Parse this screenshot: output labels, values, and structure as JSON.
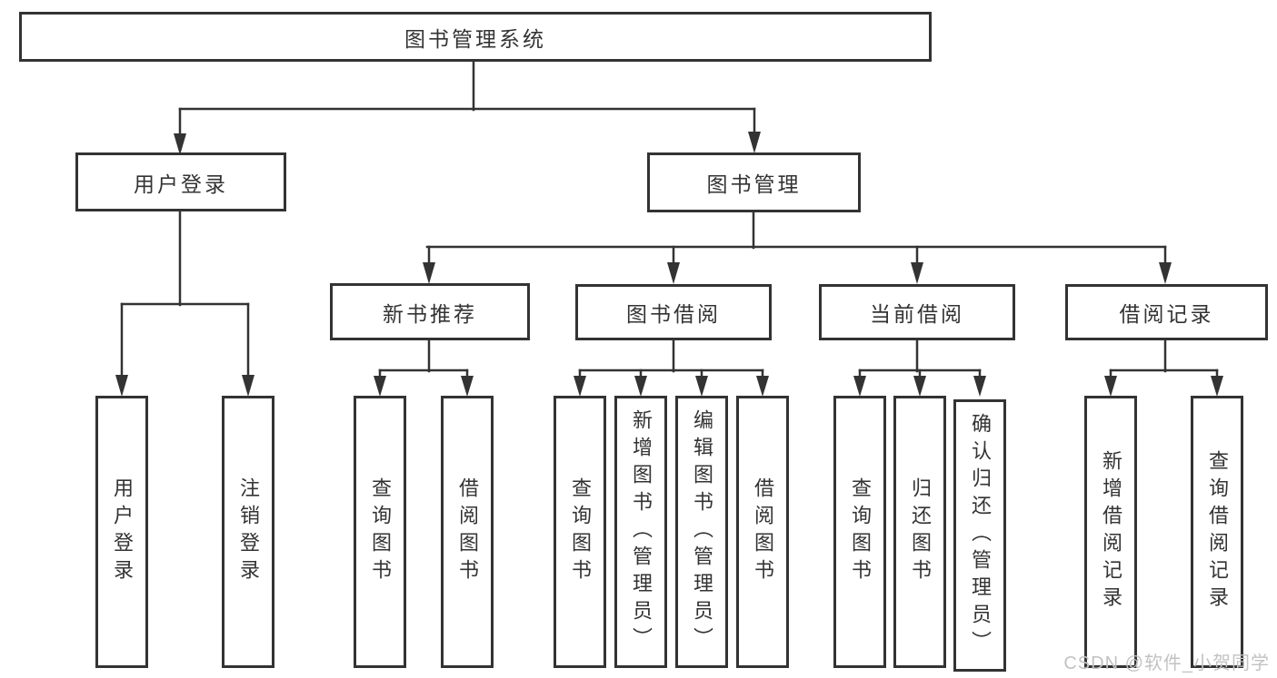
{
  "diagram_title": "图书管理系统",
  "nodes": {
    "root": {
      "label": "图书管理系统"
    },
    "user_login": {
      "label": "用户登录"
    },
    "book_management": {
      "label": "图书管理"
    },
    "new_book_recommend": {
      "label": "新书推荐"
    },
    "book_borrow": {
      "label": "图书借阅"
    },
    "current_borrow": {
      "label": "当前借阅"
    },
    "borrow_records": {
      "label": "借阅记录"
    },
    "leaves": [
      {
        "label": "用户登录"
      },
      {
        "label": "注销登录"
      },
      {
        "label": "查询图书"
      },
      {
        "label": "借阅图书"
      },
      {
        "label": "查询图书"
      },
      {
        "label": "新增图书（管理员）"
      },
      {
        "label": "编辑图书（管理员）"
      },
      {
        "label": "借阅图书"
      },
      {
        "label": "查询图书"
      },
      {
        "label": "归还图书"
      },
      {
        "label": "确认归还（管理员）"
      },
      {
        "label": "新增借阅记录"
      },
      {
        "label": "查询借阅记录"
      }
    ]
  },
  "hierarchy": {
    "图书管理系统": [
      "用户登录",
      "图书管理"
    ],
    "用户登录": [
      "用户登录",
      "注销登录"
    ],
    "图书管理": [
      "新书推荐",
      "图书借阅",
      "当前借阅",
      "借阅记录"
    ],
    "新书推荐": [
      "查询图书",
      "借阅图书"
    ],
    "图书借阅": [
      "查询图书",
      "新增图书（管理员）",
      "编辑图书（管理员）",
      "借阅图书"
    ],
    "当前借阅": [
      "查询图书",
      "归还图书",
      "确认归还（管理员）"
    ],
    "借阅记录": [
      "新增借阅记录",
      "查询借阅记录"
    ]
  },
  "watermark": {
    "text": "CSDN @软件_小贺同学"
  },
  "colors": {
    "line": "#333333",
    "box_border": "#333333",
    "text": "#333333",
    "watermark": "#c2c2c2",
    "background": "#ffffff"
  }
}
